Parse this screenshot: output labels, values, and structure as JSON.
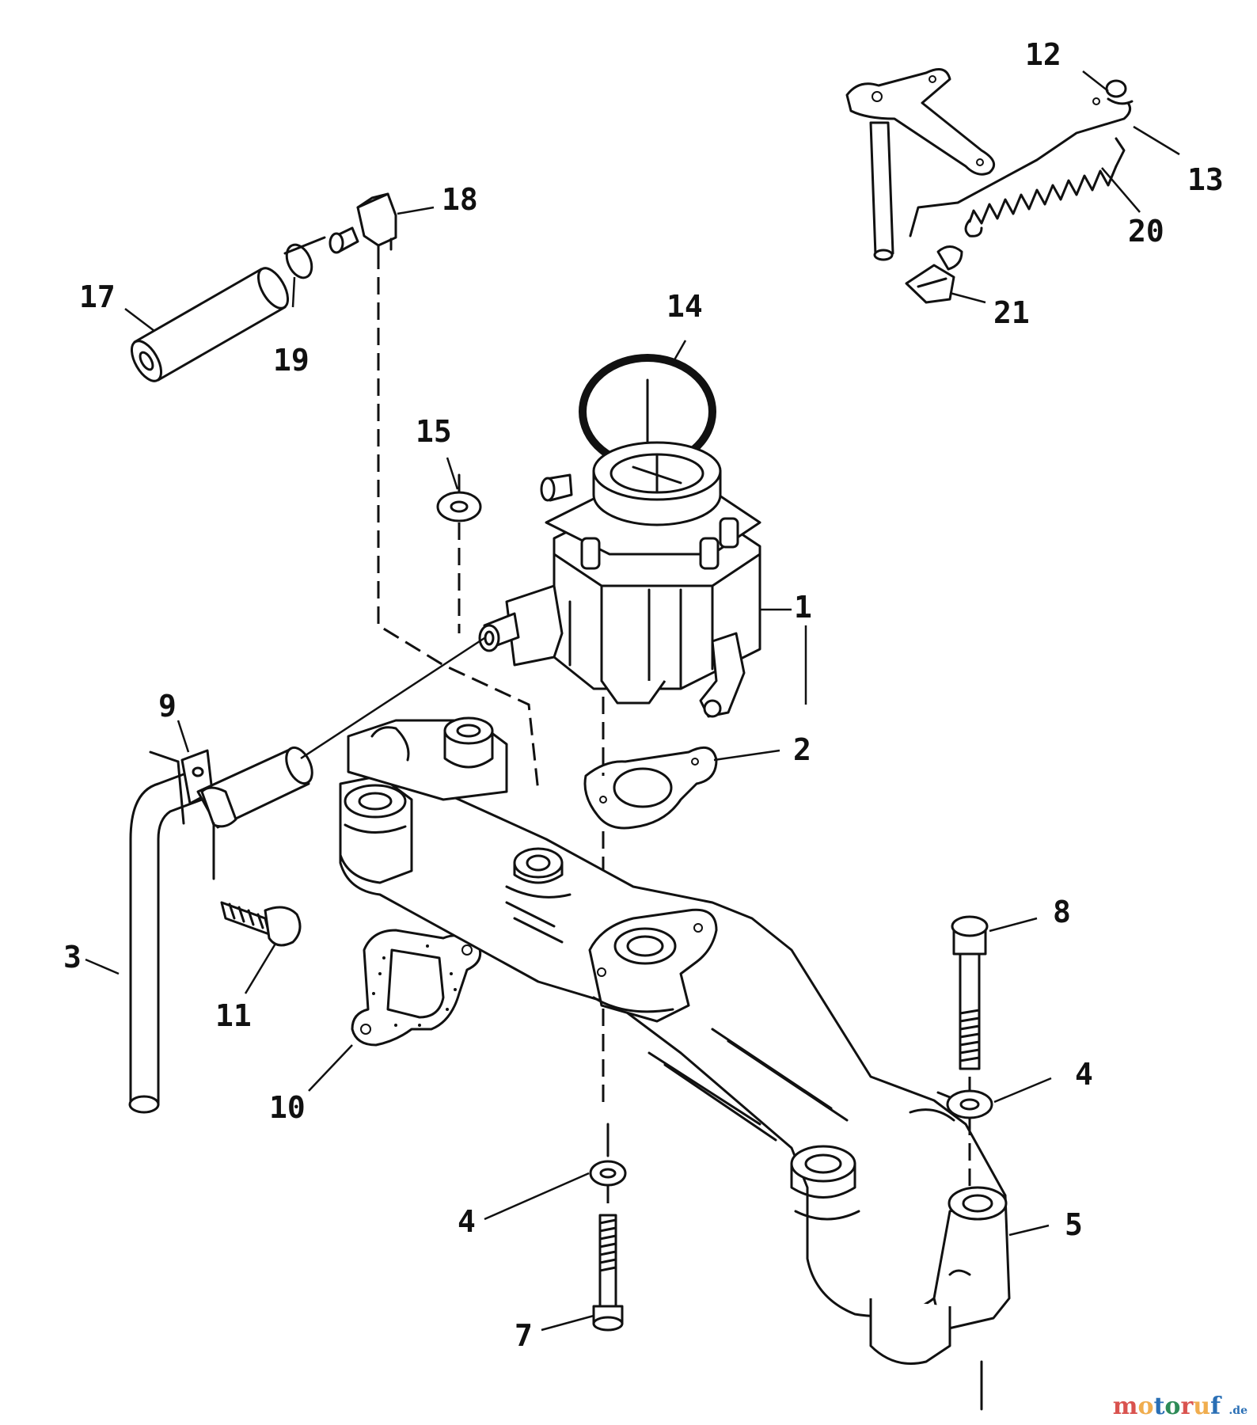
{
  "callouts": [
    "1",
    "2",
    "3",
    "4",
    "4",
    "5",
    "7",
    "8",
    "9",
    "10",
    "11",
    "12",
    "13",
    "14",
    "15",
    "17",
    "18",
    "19",
    "20",
    "21"
  ],
  "watermark": {
    "text": "motoruf",
    "suffix": ".de",
    "colors": [
      "#d9534f",
      "#f0ad4e",
      "#2a6fb5",
      "#2e8b57"
    ]
  }
}
